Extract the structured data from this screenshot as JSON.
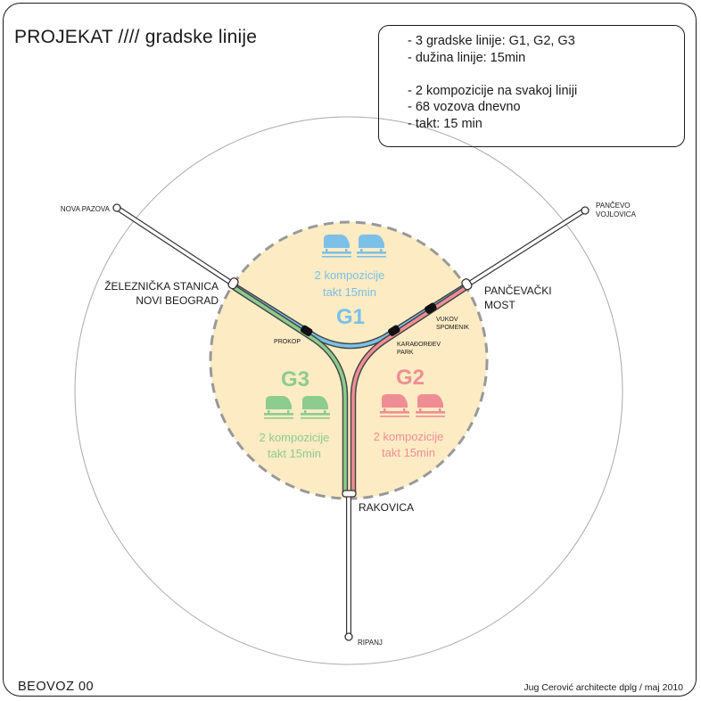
{
  "title": "PROJEKAT //// gradske linije",
  "info": {
    "lines_a": [
      "- 3 gradske linije: G1, G2, G3",
      "- dužina linije: 15min"
    ],
    "lines_b": [
      "- 2 kompozicije na svakoj liniji",
      "- 68 vozova dnevno",
      "- takt: 15 min"
    ]
  },
  "stations": {
    "nova_pazova": "NOVA PAZOVA",
    "pancevo_1": "PANČEVO",
    "pancevo_2": "VOJLOVICA",
    "zeleznicka_1": "ŽELEZNIČKA STANICA",
    "zeleznicka_2": "NOVI BEOGRAD",
    "pancevacki_1": "PANČEVAČKI",
    "pancevacki_2": "MOST",
    "prokop": "PROKOP",
    "vukov_1": "VUKOV",
    "vukov_2": "SPOMENIK",
    "karadjordjev_1": "KARAĐORĐEV",
    "karadjordjev_2": "PARK",
    "rakovica": "RAKOVICA",
    "ripanj": "RIPANJ"
  },
  "lines": {
    "g1": {
      "name": "G1",
      "info_1": "2 kompozicije",
      "info_2": "takt 15min",
      "color": "#7cc0e8"
    },
    "g2": {
      "name": "G2",
      "info_1": "2 kompozicije",
      "info_2": "takt 15min",
      "color": "#ee8e94"
    },
    "g3": {
      "name": "G3",
      "info_1": "2 kompozicije",
      "info_2": "takt 15min",
      "color": "#8ccc8e"
    }
  },
  "colors": {
    "zone_fill": "#fdebc4",
    "zone_border": "#999999",
    "outer_circle": "#aaaaaa"
  },
  "footer": {
    "left": "BEOVOZ 00",
    "right": "Jug Cerović architecte dplg / maj 2010"
  }
}
